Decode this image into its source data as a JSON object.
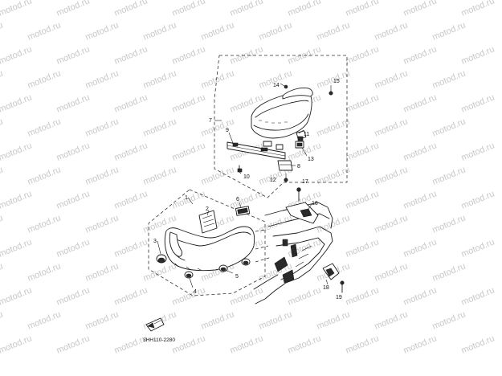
{
  "watermark": "motod.ru",
  "callouts": [
    "1",
    "2",
    "3",
    "4",
    "5",
    "6",
    "7",
    "8",
    "9",
    "10",
    "11",
    "12",
    "13",
    "14",
    "15",
    "16",
    "17",
    "18",
    "19"
  ],
  "catalog_code": "3HH110-2280"
}
